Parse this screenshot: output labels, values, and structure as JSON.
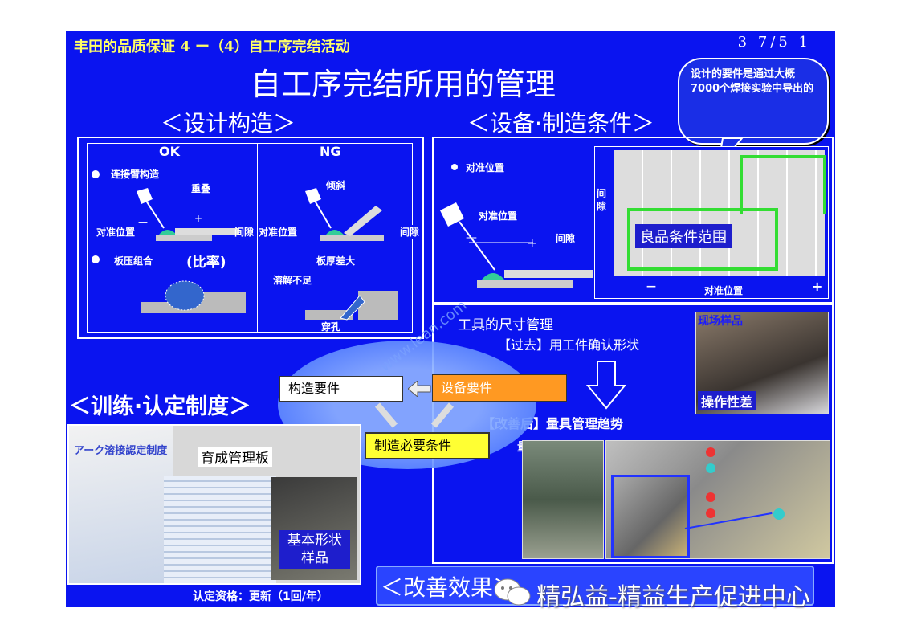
{
  "header": {
    "section_title": "丰田的品质保证 4 ー（4）自工序完结活动",
    "page_number": "3 7/5 1",
    "main_title": "自工序完结所用的管理"
  },
  "design": {
    "heading": "＜设计构造＞",
    "ok": "OK",
    "ng": "NG",
    "joint": "连接臂构造",
    "overlap": "重叠",
    "tilt": "倾斜",
    "align_left": "对准位置",
    "gap_mid": "间隙",
    "align_mid": "对准位置",
    "gap_right": "间隙",
    "plate_combo": "板压组合",
    "ratio": "(比率)",
    "plate_diff": "板厚差大",
    "under_melt": "溶解不足",
    "hole": "穿孔"
  },
  "equipment": {
    "heading": "＜设备·制造条件＞",
    "bubble": "设计的要件是通过大概7000个焊接实验中导出的",
    "align1": "对准位置",
    "align2": "对准位置",
    "gap": "间隙",
    "gap_vertical": "间隙",
    "range": "良品条件范围",
    "minus": "—",
    "plus": "+",
    "axis": "对准位置"
  },
  "center": {
    "structure": "构造要件",
    "equipment_req": "设备要件",
    "manufacturing": "制造必要条件",
    "watermark": "www.lean.com"
  },
  "tools": {
    "title": "工具的尺寸管理",
    "past": "【过去】用工件确认形状",
    "improved": "【改善后】量具管理趋势",
    "gauge": "量具",
    "field_sample": "现场样品",
    "operability": "操作性差"
  },
  "training": {
    "heading": "＜训练·认定制度＞",
    "board": "育成管理板",
    "sample": "基本形状样品",
    "cert": "认定资格：更新（1回/年）",
    "poster_title": "アーク溶接認定制度"
  },
  "footer": {
    "effect": "＜改善效果＞",
    "brand": "精弘益-精益生产促进中心"
  }
}
